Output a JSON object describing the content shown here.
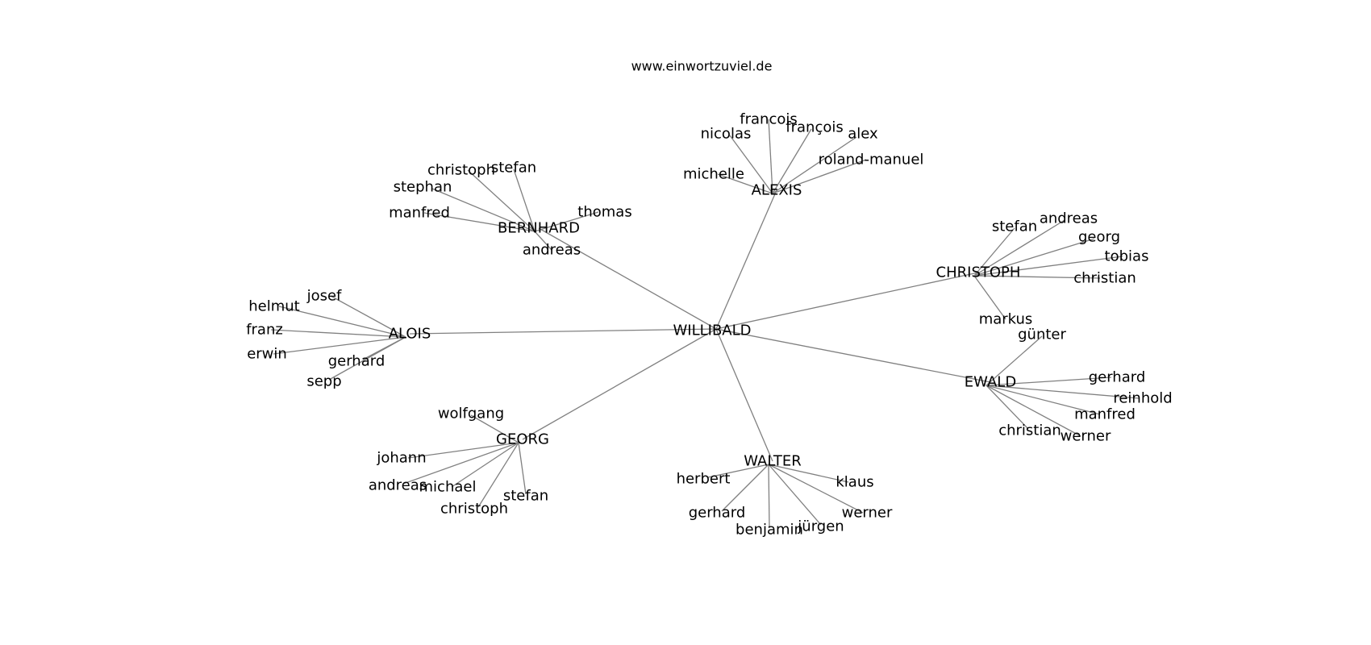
{
  "title": "www.einwortzuviel.de",
  "root": "WILLIBALD",
  "groups": [
    {
      "hub": "ALEXIS",
      "leaves": [
        "francois",
        "nicolas",
        "françois",
        "alex",
        "roland-manuel",
        "michelle"
      ]
    },
    {
      "hub": "BERNHARD",
      "leaves": [
        "christoph",
        "stefan",
        "stephan",
        "manfred",
        "thomas",
        "andreas"
      ]
    },
    {
      "hub": "CHRISTOPH",
      "leaves": [
        "stefan",
        "andreas",
        "georg",
        "tobias",
        "christian",
        "markus"
      ]
    },
    {
      "hub": "ALOIS",
      "leaves": [
        "josef",
        "helmut",
        "franz",
        "erwin",
        "gerhard",
        "sepp"
      ]
    },
    {
      "hub": "EWALD",
      "leaves": [
        "günter",
        "gerhard",
        "reinhold",
        "manfred",
        "christian",
        "werner"
      ]
    },
    {
      "hub": "GEORG",
      "leaves": [
        "wolfgang",
        "johann",
        "andreas",
        "michael",
        "christoph",
        "stefan"
      ]
    },
    {
      "hub": "WALTER",
      "leaves": [
        "herbert",
        "klaus",
        "gerhard",
        "werner",
        "jürgen",
        "benjamin"
      ]
    }
  ]
}
